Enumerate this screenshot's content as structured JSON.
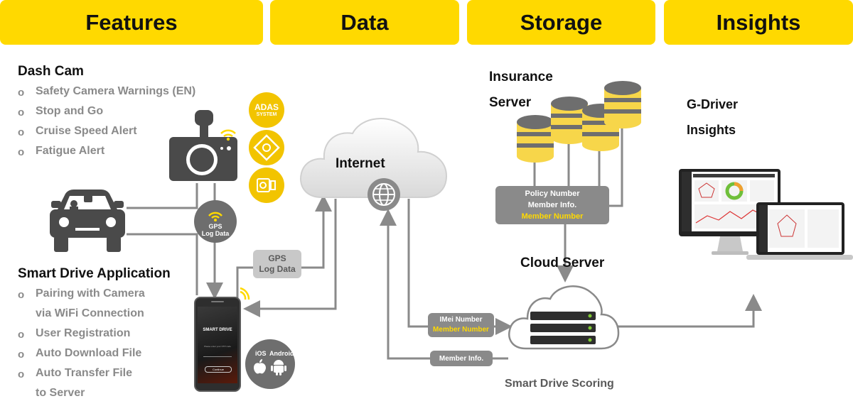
{
  "headers": [
    "Features",
    "Data",
    "Storage",
    "Insights"
  ],
  "dash_cam": {
    "title": "Dash Cam",
    "items": [
      "Safety Camera Warnings (EN)",
      "Stop and  Go",
      "Cruise Speed Alert",
      "Fatigue Alert"
    ]
  },
  "smart_drive": {
    "title": "Smart Drive  Application",
    "items": [
      "Pairing with Camera",
      "via WiFi Connection",
      "User Registration",
      "Auto Download File",
      "Auto Transfer File",
      "to Server"
    ]
  },
  "adas": {
    "line1": "ADAS",
    "line2": "SYSTEM"
  },
  "gps_circle": {
    "line1": "GPS",
    "line2": "Log Data"
  },
  "gps_box": {
    "line1": "GPS",
    "line2": "Log Data"
  },
  "internet_label": "Internet",
  "insurance": {
    "line1": "Insurance",
    "line2": "Server"
  },
  "policy_box": {
    "line1": "Policy Number",
    "line2": "Member Info.",
    "line3": "Member Number"
  },
  "cloud_server_label": "Cloud Server",
  "imei_box": {
    "line1": "IMei Number",
    "line2": "Member Number"
  },
  "member_info_box": "Member Info.",
  "smart_drive_scoring": "Smart Drive Scoring",
  "gdriver": {
    "line1": "G-Driver",
    "line2": "Insights"
  },
  "phone": {
    "brand": "SMART DRIVE",
    "tagline": "Please enter your OTP code",
    "button": "Continue"
  },
  "os_circle": {
    "ios": "iOS",
    "android": "Android"
  },
  "colors": {
    "yellow": "#ffd900",
    "dark_gray": "#5a5a5a",
    "mid_gray": "#8a8a8a",
    "light_gray": "#c8c8c8",
    "cylinder_yellow": "#f7d64a"
  }
}
